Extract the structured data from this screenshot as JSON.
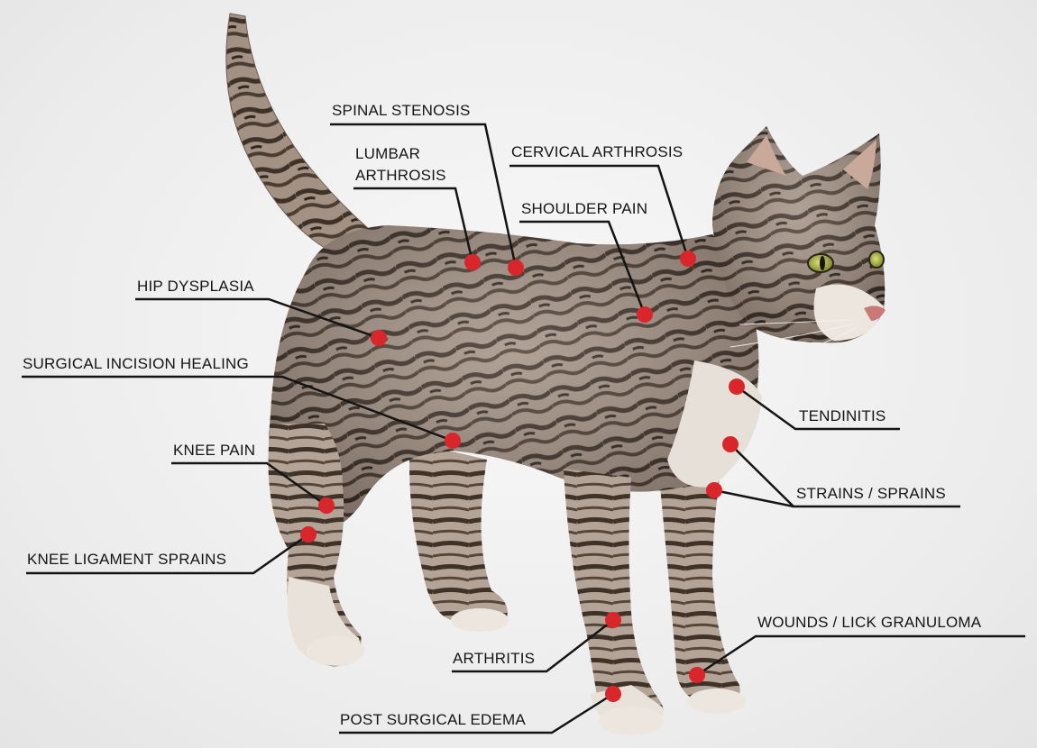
{
  "colors": {
    "marker": "#d9262b",
    "leader": "#141414",
    "background": "#ececec"
  },
  "labels": {
    "spinal_stenosis": "SPINAL STENOSIS",
    "lumbar_arthrosis_line1": "LUMBAR",
    "lumbar_arthrosis_line2": "ARTHROSIS",
    "cervical_arthrosis": "CERVICAL ARTHROSIS",
    "shoulder_pain": "SHOULDER PAIN",
    "hip_dysplasia": "HIP DYSPLASIA",
    "surgical_incision_healing": "SURGICAL INCISION HEALING",
    "knee_pain": "KNEE PAIN",
    "knee_ligament_sprains": "KNEE LIGAMENT SPRAINS",
    "tendinitis": "TENDINITIS",
    "strains_sprains": "STRAINS / SPRAINS",
    "wounds_lick_granuloma": "WOUNDS / LICK GRANULOMA",
    "arthritis": "ARTHRITIS",
    "post_surgical_edema": "POST SURGICAL EDEMA"
  }
}
